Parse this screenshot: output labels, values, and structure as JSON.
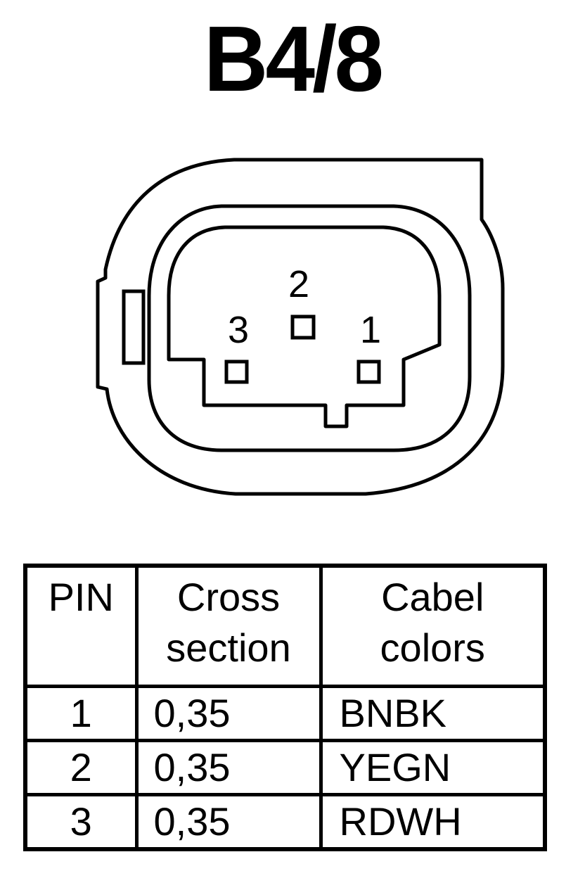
{
  "title": "B4/8",
  "connector": {
    "pins": [
      {
        "label": "2"
      },
      {
        "label": "3"
      },
      {
        "label": "1"
      }
    ]
  },
  "table": {
    "headers": {
      "pin": "PIN",
      "cross_line1": "Cross",
      "cross_line2": "section",
      "color_line1": "Cabel",
      "color_line2": "colors"
    },
    "rows": [
      {
        "pin": "1",
        "cross_section": "0,35",
        "color": "BNBK"
      },
      {
        "pin": "2",
        "cross_section": "0,35",
        "color": "YEGN"
      },
      {
        "pin": "3",
        "cross_section": "0,35",
        "color": "RDWH"
      }
    ]
  }
}
